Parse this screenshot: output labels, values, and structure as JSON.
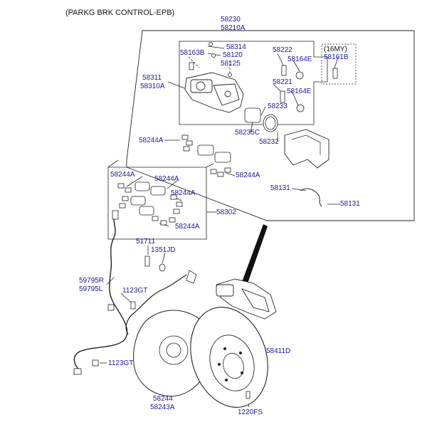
{
  "title": "(PARKG BRK CONTROL-EPB)",
  "note_16my": "(16MY)",
  "labels": {
    "p58230": "58230",
    "p58210A": "58210A",
    "p58314": "58314",
    "p58163B": "58163B",
    "p58120": "58120",
    "p58125": "58125",
    "p58222": "58222",
    "p58164E_1": "58164E",
    "p58161B": "58161B",
    "p58311": "58311",
    "p58310A": "58310A",
    "p58221": "58221",
    "p58164E_2": "58164E",
    "p58233": "58233",
    "p58235C": "58235C",
    "p58232": "58232",
    "p58244A_1": "58244A",
    "p58244A_2": "58244A",
    "p58244A_3": "58244A",
    "p58244A_4": "58244A",
    "p58244A_5": "58244A",
    "p58244A_6": "58244A",
    "p58302": "58302",
    "p58131_1": "58131",
    "p58131_2": "58131",
    "p51711": "51711",
    "p1351JD": "1351JD",
    "p59795R": "59795R",
    "p59795L": "59795L",
    "p1123GT_1": "1123GT",
    "p1123GT_2": "1123GT",
    "p58411D": "58411D",
    "p58244": "58244",
    "p58243A": "58243A",
    "p1220FS": "1220FS"
  },
  "colors": {
    "label": "#1a1a9a",
    "line": "#222222"
  }
}
